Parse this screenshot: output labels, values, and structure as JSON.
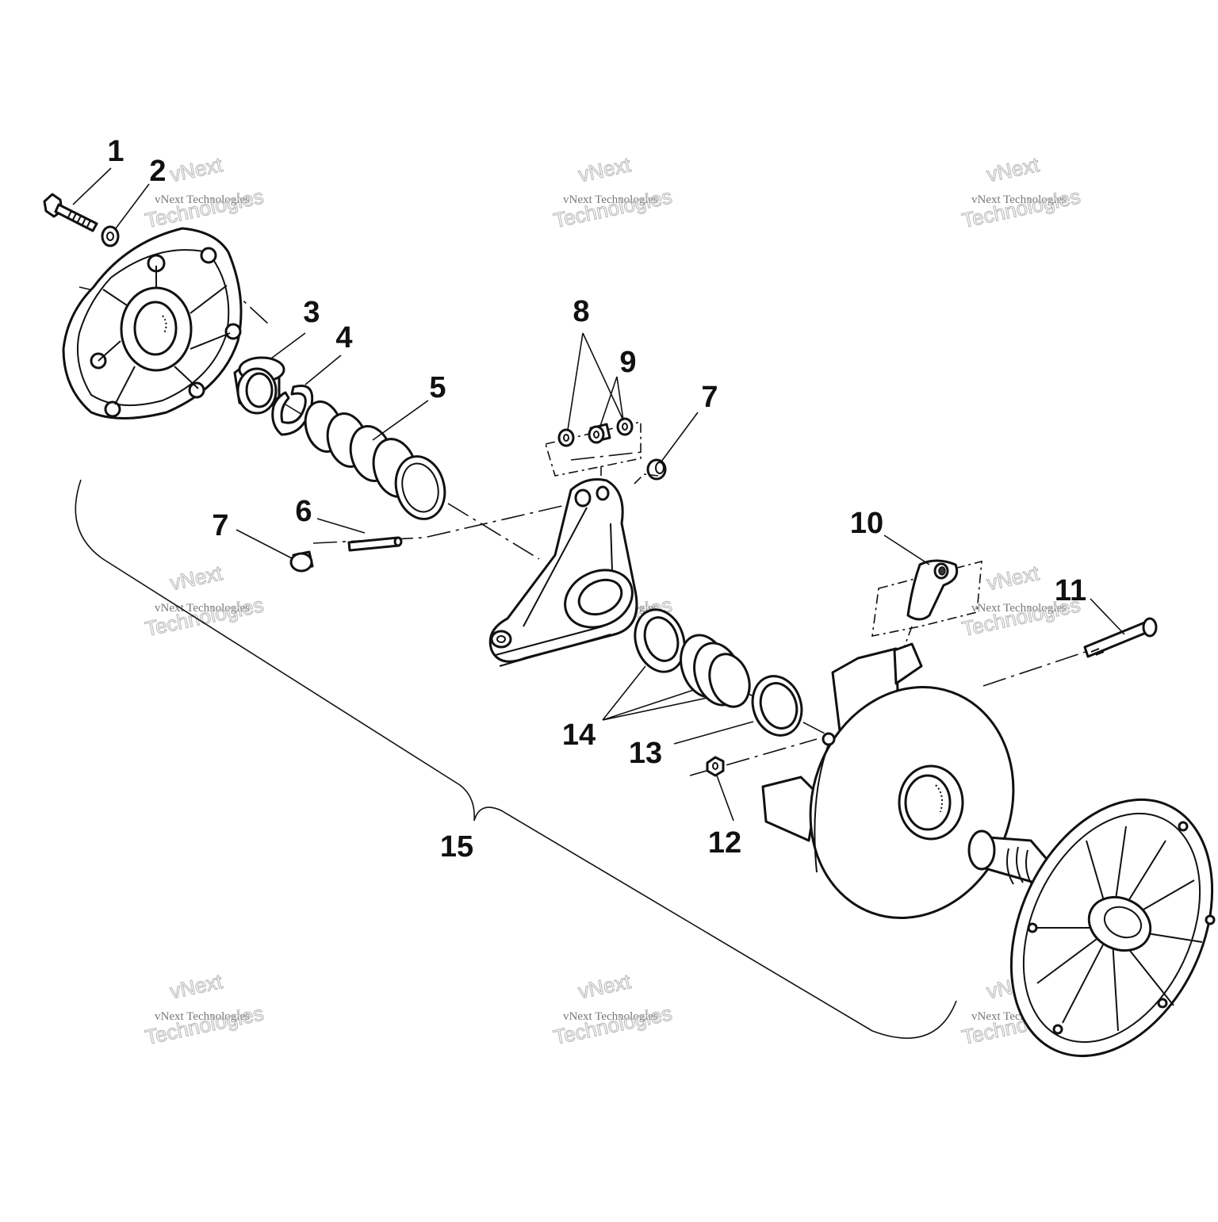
{
  "diagram": {
    "callouts": [
      {
        "id": "c1",
        "label": "1"
      },
      {
        "id": "c2",
        "label": "2"
      },
      {
        "id": "c3",
        "label": "3"
      },
      {
        "id": "c4",
        "label": "4"
      },
      {
        "id": "c5",
        "label": "5"
      },
      {
        "id": "c6",
        "label": "6"
      },
      {
        "id": "c7a",
        "label": "7"
      },
      {
        "id": "c7b",
        "label": "7"
      },
      {
        "id": "c8",
        "label": "8"
      },
      {
        "id": "c9",
        "label": "9"
      },
      {
        "id": "c10",
        "label": "10"
      },
      {
        "id": "c11",
        "label": "11"
      },
      {
        "id": "c12",
        "label": "12"
      },
      {
        "id": "c13",
        "label": "13"
      },
      {
        "id": "c14",
        "label": "14"
      },
      {
        "id": "c15",
        "label": "15"
      }
    ],
    "watermark": {
      "line1": "vNext",
      "line2": "vNext Technologies",
      "line3": "Technologies"
    }
  }
}
